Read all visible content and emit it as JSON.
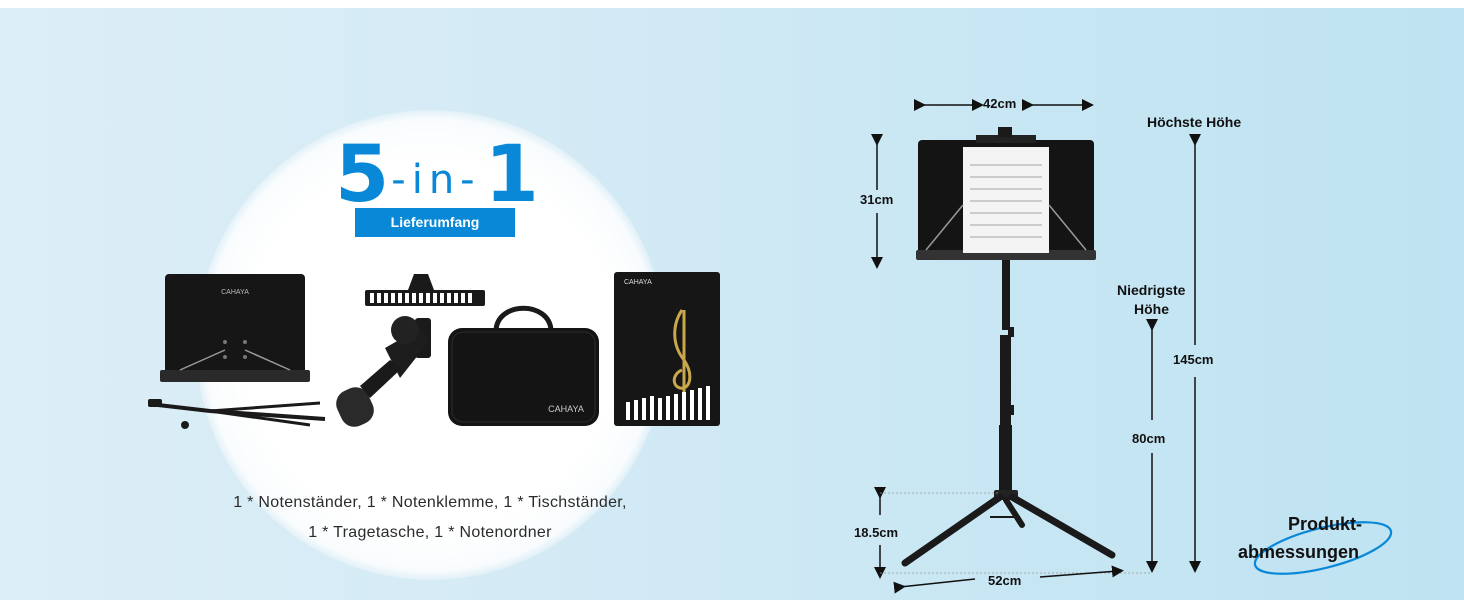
{
  "hero": {
    "big_left": "5",
    "mid": "-in-",
    "big_right": "1",
    "badge": "Lieferumfang"
  },
  "brand": "CAHAYA",
  "caption": {
    "line1": "1 * Notenständer, 1 * Notenklemme, 1 * Tischständer,",
    "line2": "1 * Tragetasche, 1 * Notenordner"
  },
  "dimensions": {
    "width_top": "42cm",
    "height_desk": "31cm",
    "max_label": "Höchste Höhe",
    "min_label_1": "Niedrigste",
    "min_label_2": "Höhe",
    "max_value": "145cm",
    "min_value": "80cm",
    "leg_height": "18.5cm",
    "base_width": "52cm"
  },
  "product_badge": {
    "line1": "Produkt-",
    "line2": "abmessungen"
  },
  "colors": {
    "accent": "#0a88d8",
    "product": "#1a1a1a"
  }
}
